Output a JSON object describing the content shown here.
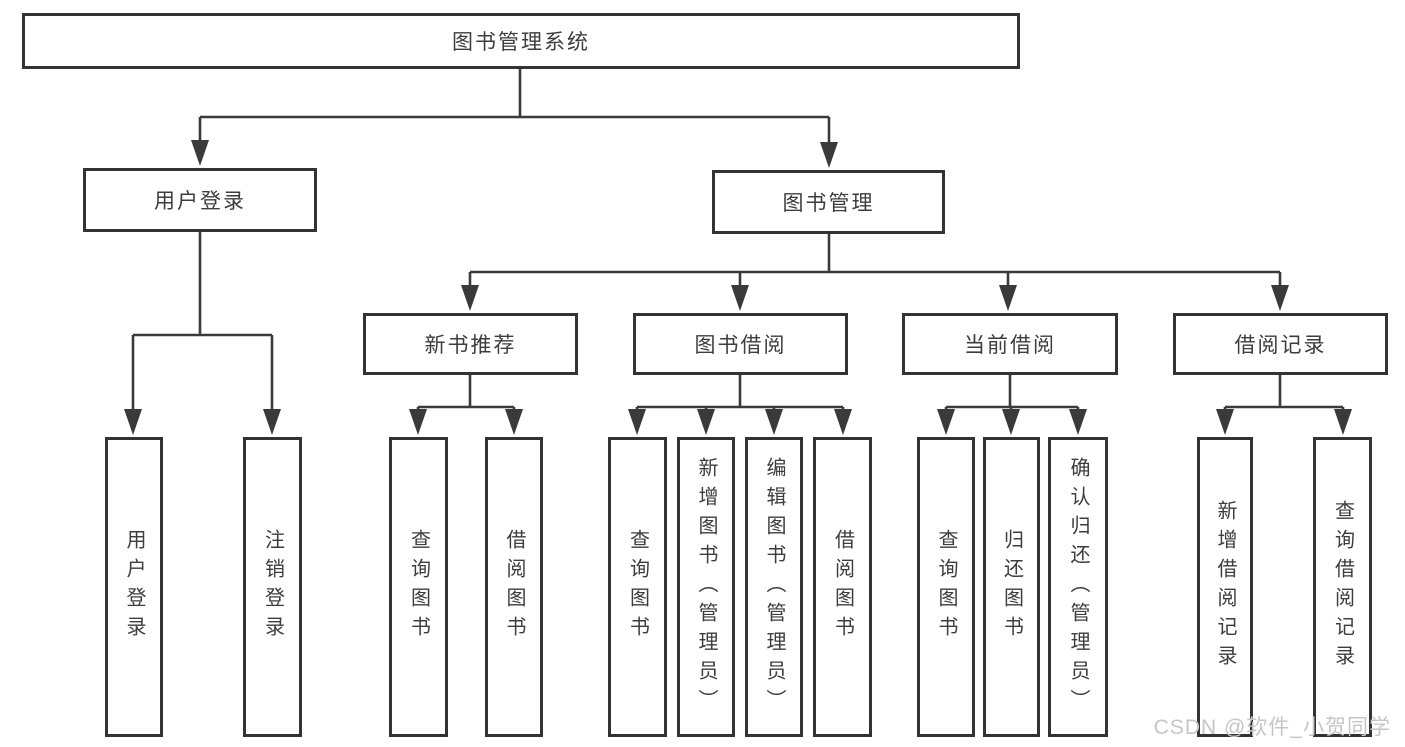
{
  "diagram": {
    "title_node": "图书管理系统",
    "type": "tree",
    "colors": {
      "line": "#3a3a3a",
      "box_border": "#333333",
      "box_fill": "#ffffff",
      "text": "#3d3d3d",
      "watermark": "#c6c6c6",
      "background": "#ffffff"
    }
  },
  "nodes": {
    "root": "图书管理系统",
    "user-login": "用户登录",
    "book-management": "图书管理",
    "new-book-recommend": "新书推荐",
    "book-borrow": "图书借阅",
    "current-borrow": "当前借阅",
    "borrow-records": "借阅记录",
    "leaf-user-login": "用户登录",
    "leaf-logout": "注销登录",
    "leaf-nb-query-book": "查询图书",
    "leaf-nb-borrow-book": "借阅图书",
    "leaf-bb-query-book": "查询图书",
    "leaf-bb-add-book": "新增图书（管理员）",
    "leaf-bb-edit-book": "编辑图书（管理员）",
    "leaf-bb-borrow-book": "借阅图书",
    "leaf-cb-query-book": "查询图书",
    "leaf-cb-return-book": "归还图书",
    "leaf-cb-confirm-return": "确认归还（管理员）",
    "leaf-br-add-record": "新增借阅记录",
    "leaf-br-query-record": "查询借阅记录"
  },
  "watermark": "CSDN @软件_小贺同学",
  "hierarchy": {
    "root": "图书管理系统",
    "children": [
      {
        "label": "用户登录",
        "children": [
          "用户登录",
          "注销登录"
        ]
      },
      {
        "label": "图书管理",
        "children": [
          {
            "label": "新书推荐",
            "children": [
              "查询图书",
              "借阅图书"
            ]
          },
          {
            "label": "图书借阅",
            "children": [
              "查询图书",
              "新增图书（管理员）",
              "编辑图书（管理员）",
              "借阅图书"
            ]
          },
          {
            "label": "当前借阅",
            "children": [
              "查询图书",
              "归还图书",
              "确认归还（管理员）"
            ]
          },
          {
            "label": "借阅记录",
            "children": [
              "新增借阅记录",
              "查询借阅记录"
            ]
          }
        ]
      }
    ]
  }
}
